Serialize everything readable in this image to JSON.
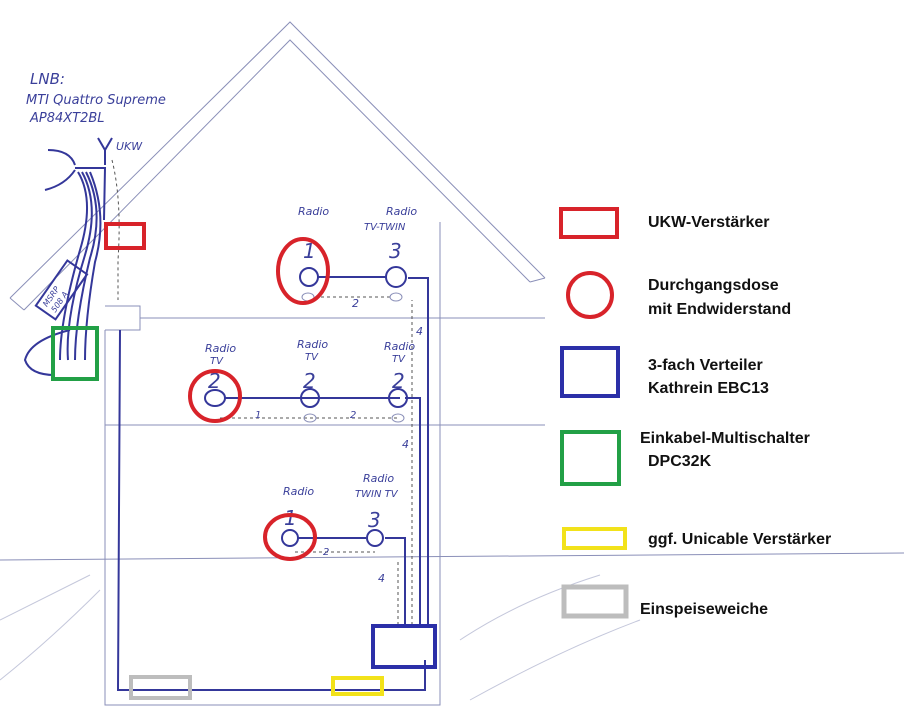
{
  "lnb_note": {
    "line1": "LNB:",
    "line2": "MTI Quattro Supreme",
    "line3": "AP84XT2BL"
  },
  "antenna_label": "UKW",
  "dish_label": {
    "line1": "MSRP",
    "line2": "508 A"
  },
  "floors": [
    {
      "outlets": [
        {
          "label1": "Radio",
          "label2": "",
          "number": "1"
        },
        {
          "label1": "Radio",
          "label2": "TV-TWIN",
          "number": "3"
        }
      ],
      "cable_numbers": [
        "2"
      ],
      "riser_number": "4"
    },
    {
      "outlets": [
        {
          "label1": "Radio",
          "label2": "TV",
          "number": "2"
        },
        {
          "label1": "Radio",
          "label2": "TV",
          "number": "2"
        },
        {
          "label1": "Radio",
          "label2": "TV",
          "number": "2"
        }
      ],
      "cable_numbers": [
        "1",
        "2"
      ],
      "riser_number": "4"
    },
    {
      "outlets": [
        {
          "label1": "Radio",
          "label2": "",
          "number": "1"
        },
        {
          "label1": "Radio",
          "label2": "TWIN TV",
          "number": "3"
        }
      ],
      "cable_numbers": [
        "2"
      ],
      "riser_number": "4"
    }
  ],
  "legend": [
    {
      "shape": "rect",
      "color": "#d8232a",
      "line1": "UKW-Verstärker",
      "line2": ""
    },
    {
      "shape": "circle",
      "color": "#d8232a",
      "line1": "Durchgangsdose",
      "line2": "mit Endwiderstand"
    },
    {
      "shape": "rect",
      "color": "#2b2fa8",
      "line1": "3-fach Verteiler",
      "line2": "Kathrein EBC13"
    },
    {
      "shape": "rect",
      "color": "#22a046",
      "line1": "Einkabel-Multischalter",
      "line2": "DPC32K"
    },
    {
      "shape": "rect",
      "color": "#f2e21a",
      "line1": "ggf. Unicable Verstärker",
      "line2": ""
    },
    {
      "shape": "rect",
      "color": "#bdbdbd",
      "line1": "Einspeiseweiche",
      "line2": ""
    }
  ]
}
